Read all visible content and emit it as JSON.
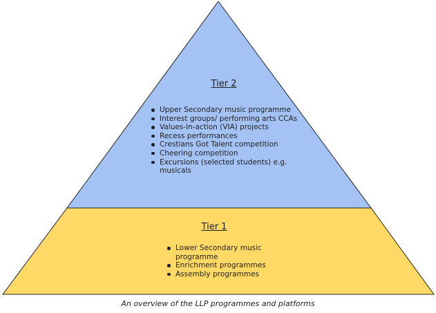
{
  "diagram": {
    "type": "pyramid",
    "tiers": [
      {
        "title": "Tier 2",
        "color": "#a4c2f4",
        "items": [
          "Upper Secondary music programme",
          "Interest groups/ performing arts CCAs",
          "Values-in-action (VIA) projects",
          "Recess performances",
          "Crestians Got Talent competition",
          "Cheering competition",
          "Excursions (selected students) e.g. musicals"
        ]
      },
      {
        "title": "Tier 1",
        "color": "#ffd966",
        "items": [
          "Lower Secondary music programme",
          "Enrichment programmes",
          "Assembly programmes"
        ]
      }
    ],
    "outline_color": "#222222"
  },
  "caption": "An overview of the LLP programmes and platforms"
}
